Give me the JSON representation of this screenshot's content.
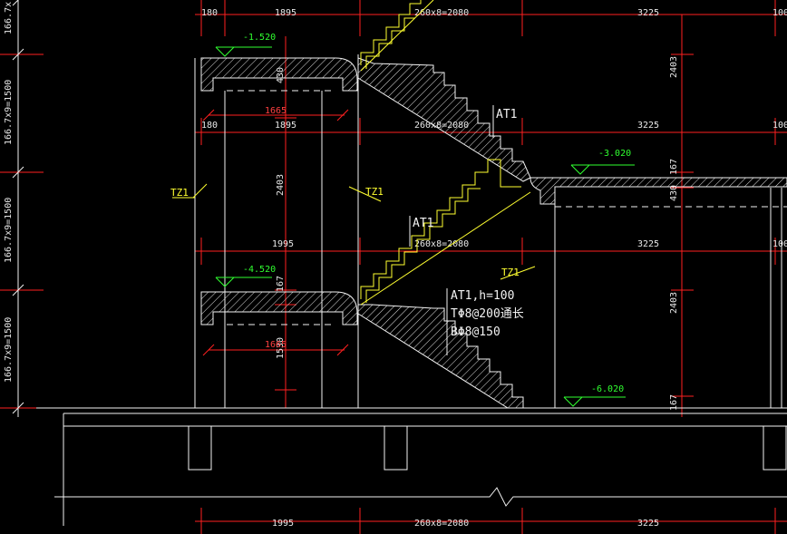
{
  "dimensions": {
    "row1": [
      "180",
      "1895",
      "260x8=2080",
      "3225"
    ],
    "row2": [
      "180",
      "1895",
      "260x8=2080",
      "3225",
      "100"
    ],
    "row3": [
      "1995",
      "260x8=2080",
      "3225",
      "100"
    ],
    "row4": [
      "1995",
      "260x8=2080",
      "3225"
    ],
    "row0_right": "100",
    "vertical": [
      "2403",
      "2403",
      "2403",
      "430",
      "430",
      "167",
      "167",
      "167",
      "1530"
    ],
    "landing_red": [
      "1665",
      "1665"
    ],
    "left_axis": [
      "166.7x9=1500",
      "166.7x9=1500",
      "166.7x9=1500",
      "166.7x"
    ]
  },
  "levels": [
    "-1.520",
    "-3.020",
    "-4.520",
    "-6.020"
  ],
  "column_tags": [
    "TZ1",
    "TZ1",
    "TZ1"
  ],
  "stair_tags": [
    "AT1",
    "AT1"
  ],
  "note": {
    "line1": "AT1,h=100",
    "line2": "TΦ8@200通长",
    "line3": "BΦ8@150"
  }
}
